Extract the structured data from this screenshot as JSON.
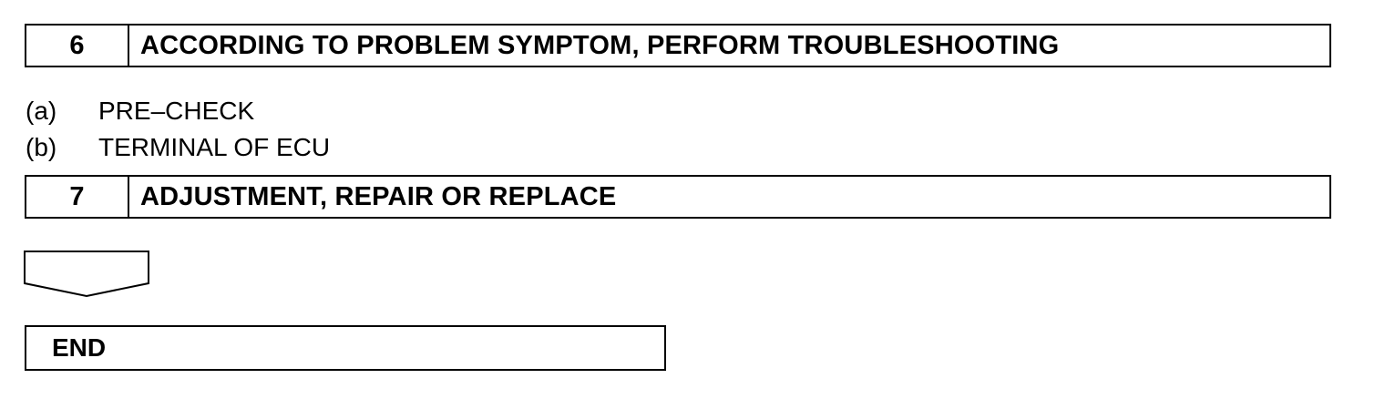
{
  "steps": [
    {
      "number": "6",
      "title": "ACCORDING TO PROBLEM SYMPTOM, PERFORM TROUBLESHOOTING"
    },
    {
      "number": "7",
      "title": "ADJUSTMENT, REPAIR OR REPLACE"
    }
  ],
  "sub_items": [
    {
      "marker": "(a)",
      "text": "PRE–CHECK"
    },
    {
      "marker": "(b)",
      "text": "TERMINAL OF ECU"
    }
  ],
  "flow_icon": "down-arrow-box-icon",
  "end": {
    "label": "END"
  }
}
